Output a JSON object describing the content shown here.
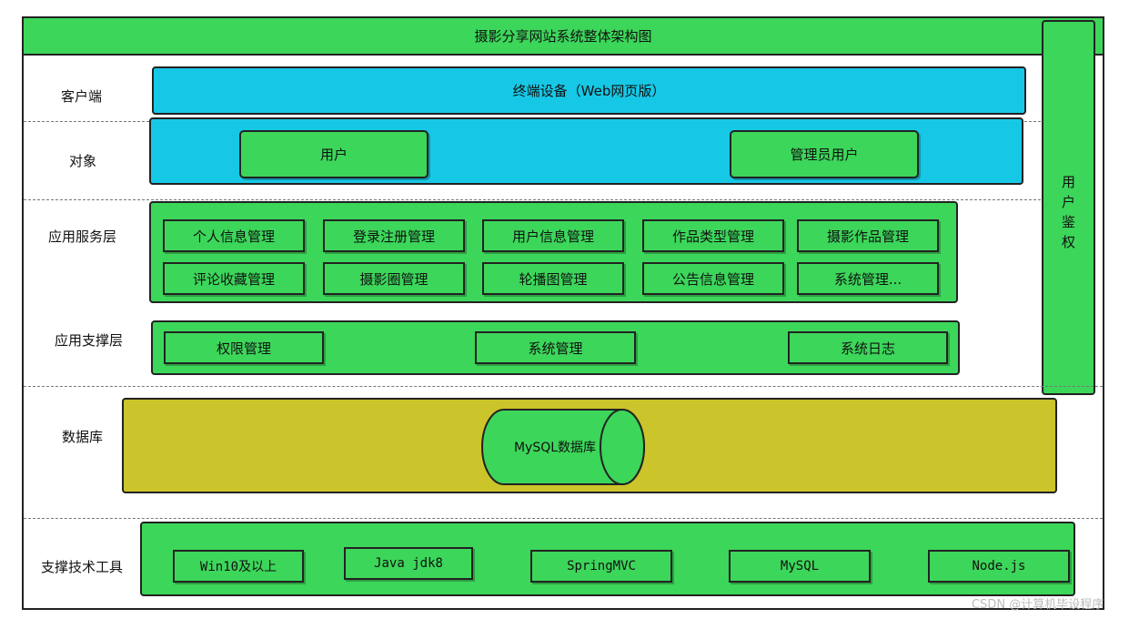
{
  "title": "摄影分享网站系统整体架构图",
  "side_auth_label": "用户鉴权",
  "layers": {
    "client": {
      "label": "客户端",
      "device": "终端设备（Web网页版）"
    },
    "object": {
      "label": "对象",
      "items": [
        "用户",
        "管理员用户"
      ]
    },
    "app_service": {
      "label": "应用服务层",
      "row1": [
        "个人信息管理",
        "登录注册管理",
        "用户信息管理",
        "作品类型管理",
        "摄影作品管理"
      ],
      "row2": [
        "评论收藏管理",
        "摄影圈管理",
        "轮播图管理",
        "公告信息管理",
        "系统管理..."
      ]
    },
    "app_support": {
      "label": "应用支撑层",
      "items": [
        "权限管理",
        "系统管理",
        "系统日志"
      ]
    },
    "database": {
      "label": "数据库",
      "db": "MySQL数据库"
    },
    "tools": {
      "label": "支撑技术工具",
      "items": [
        "Win10及以上",
        "Java jdk8",
        "SpringMVC",
        "MySQL",
        "Node.js"
      ]
    }
  },
  "watermark": "CSDN @计算机毕设程序",
  "colors": {
    "green": "#3cd65a",
    "cyan": "#16c8e6",
    "olive": "#cbc42a"
  }
}
